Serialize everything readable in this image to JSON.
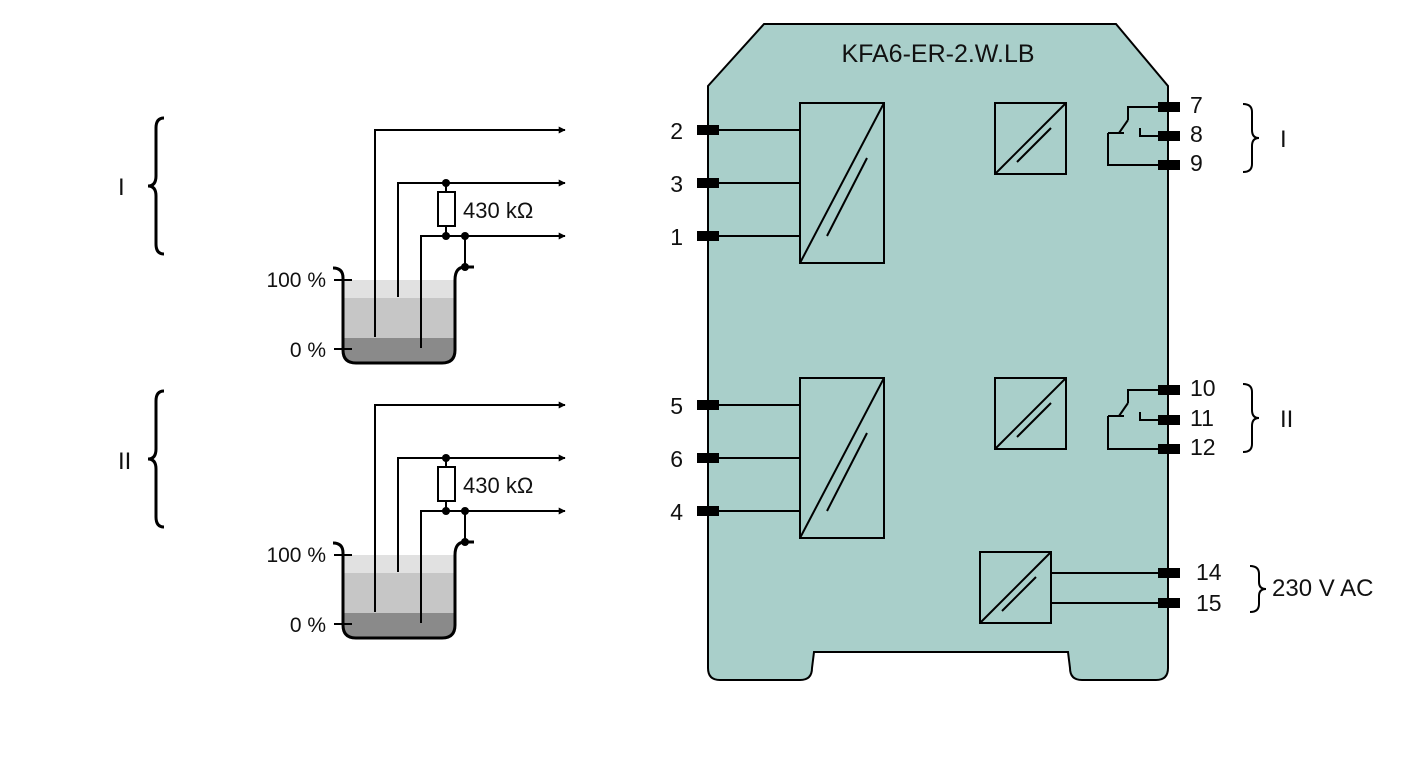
{
  "device": {
    "name": "KFA6-ER-2.W.LB",
    "housing_color": "#a9cfca"
  },
  "channels": [
    {
      "id": "I",
      "label": "I",
      "input_terminals": [
        "2",
        "3",
        "1"
      ],
      "relay_terminals": [
        "7",
        "8",
        "9"
      ],
      "relay_group_label": "I",
      "resistor": "430 kΩ",
      "level_high": "100 %",
      "level_low": "0 %"
    },
    {
      "id": "II",
      "label": "II",
      "input_terminals": [
        "5",
        "6",
        "4"
      ],
      "relay_terminals": [
        "10",
        "11",
        "12"
      ],
      "relay_group_label": "II",
      "resistor": "430 kΩ",
      "level_high": "100 %",
      "level_low": "0 %"
    }
  ],
  "power": {
    "terminals": [
      "14",
      "15"
    ],
    "label": "230 V AC"
  },
  "tank_colors": {
    "light": "#e1e1e1",
    "mid": "#c6c6c6",
    "dark": "#8a8a8a"
  }
}
